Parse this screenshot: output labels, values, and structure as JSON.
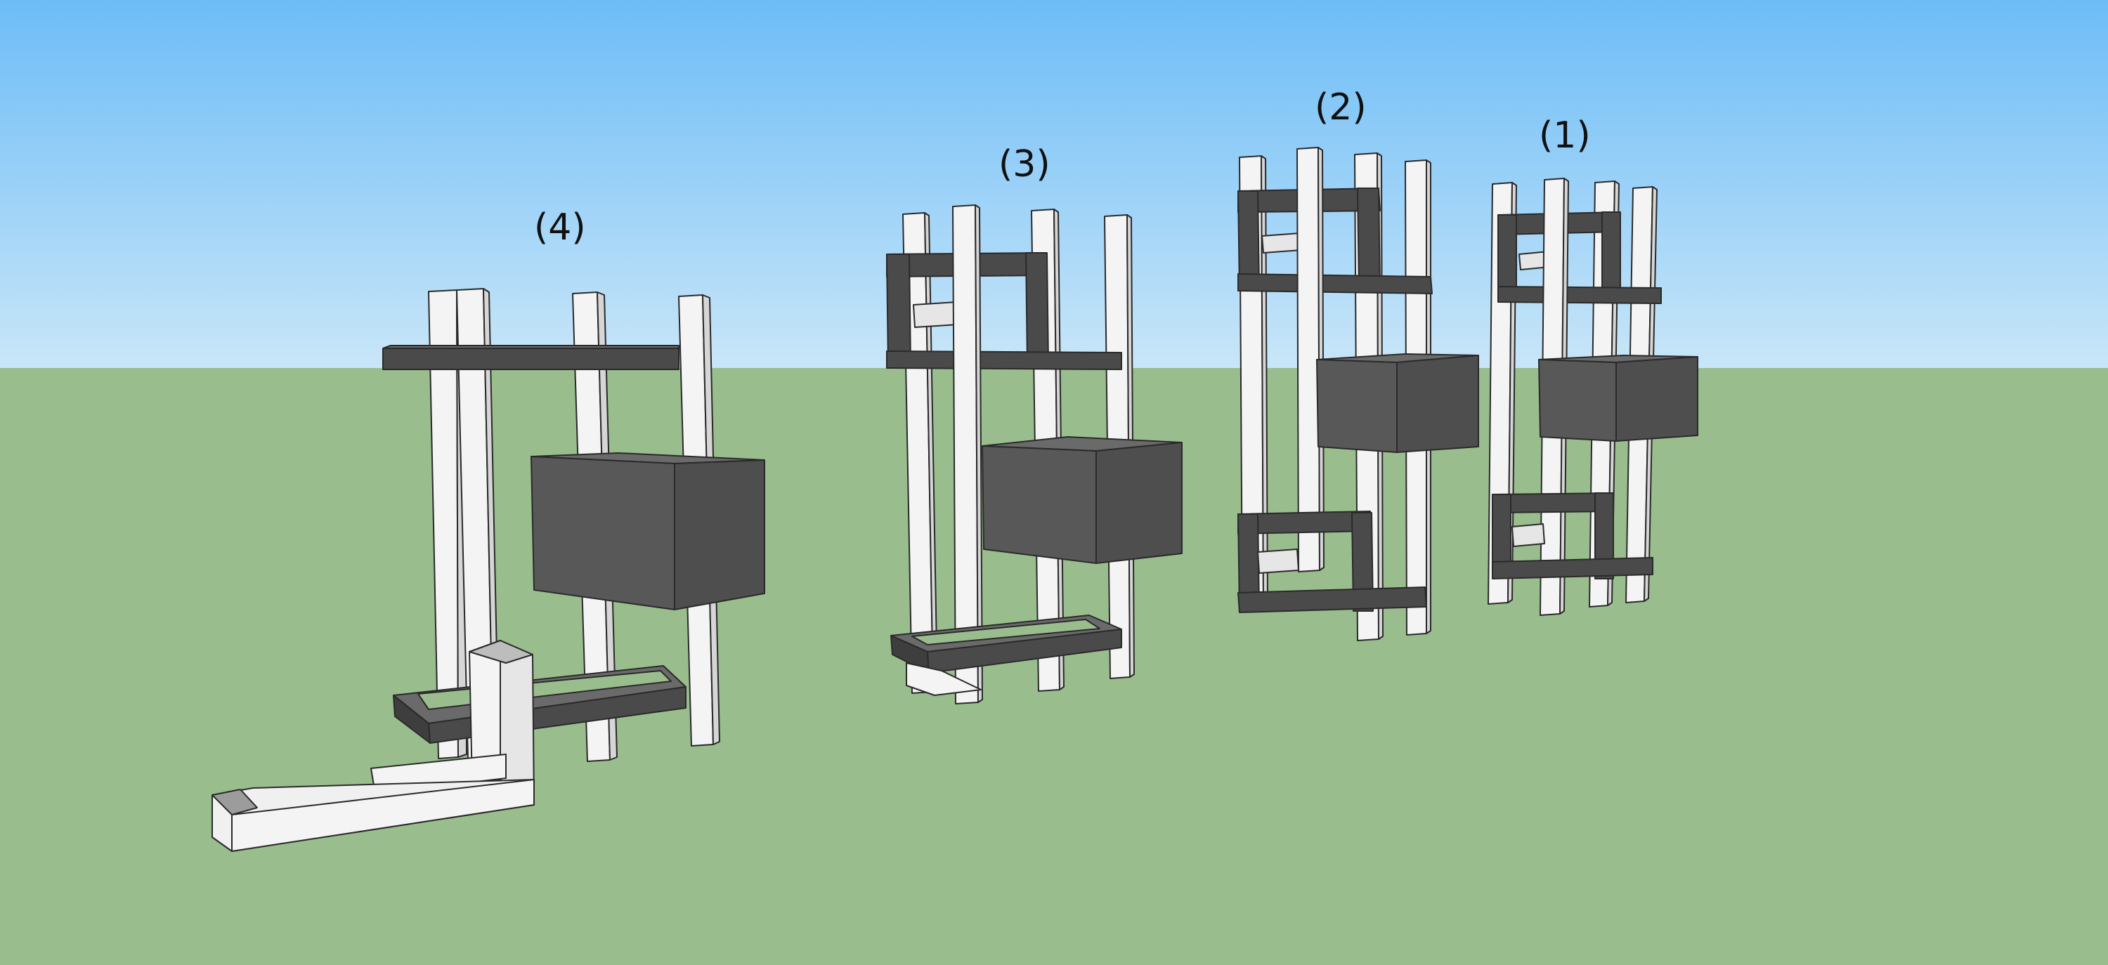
{
  "labels": {
    "model_4": "(4)",
    "model_3": "(3)",
    "model_2": "(2)",
    "model_1": "(1)"
  },
  "colors": {
    "sky_top": "#6cbcf7",
    "sky_bottom": "#c9e6f8",
    "ground": "#9abd8e",
    "light_beam": "#f4f4f4",
    "dark_frame": "#4a4a4a",
    "dark_box": "#585858",
    "edge": "#2a2a2a"
  }
}
